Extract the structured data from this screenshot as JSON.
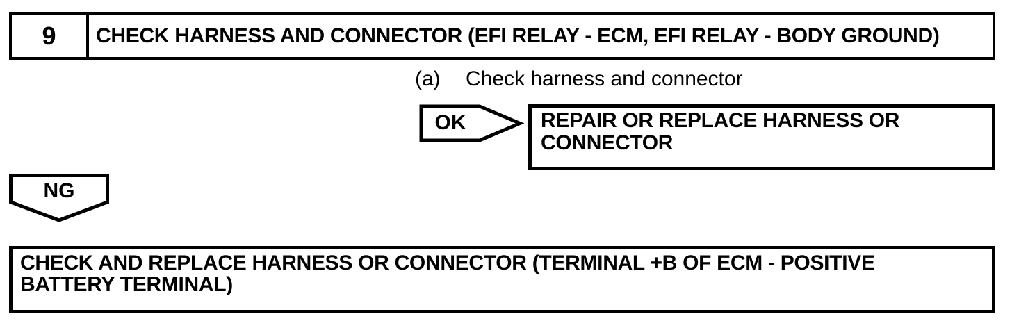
{
  "step": {
    "number": "9",
    "title": "CHECK HARNESS AND CONNECTOR (EFI RELAY - ECM, EFI RELAY - BODY GROUND)"
  },
  "instruction": {
    "marker": "(a)",
    "text": "Check harness and connector"
  },
  "ok_branch": {
    "label": "OK",
    "result_lines": {
      "0": "REPAIR OR REPLACE HARNESS OR",
      "1": "CONNECTOR"
    }
  },
  "ng_branch": {
    "label": "NG",
    "result_lines": {
      "0": "CHECK AND REPLACE HARNESS OR CONNECTOR (TERMINAL +B OF ECM - POSITIVE",
      "1": "BATTERY TERMINAL)"
    }
  },
  "colors": {
    "ink": "#000000",
    "background": "#ffffff"
  }
}
